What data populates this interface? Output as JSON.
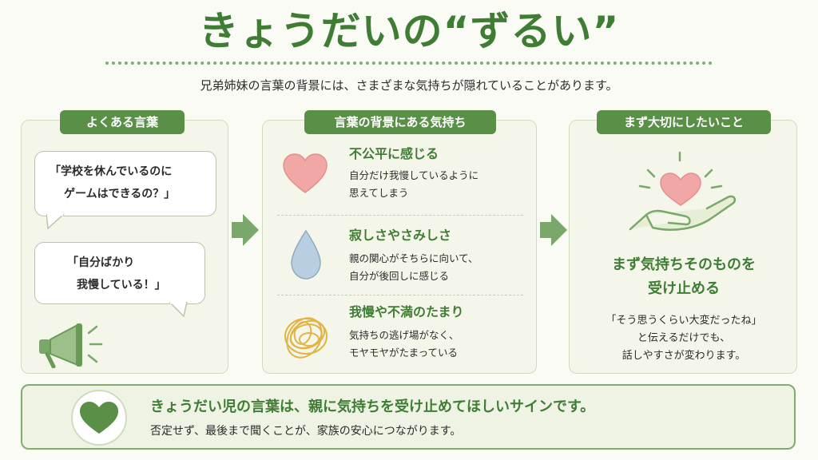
{
  "title": "きょうだいの“ずるい”",
  "subtitle": "兄弟姉妹の言葉の背景には、さまざまな気持ちが隠れていることがあります。",
  "colors": {
    "primary_green": "#5a8f47",
    "title_green": "#3f7d34",
    "heart_pink": "#ee9a9a",
    "drop_blue": "#a9c3d8",
    "tangle_yellow": "#e4b64a"
  },
  "left_panel": {
    "header": "よくある言葉",
    "bubble1": {
      "line1": "「学校を休んでいるのに",
      "line2": "ゲームはできるの？」"
    },
    "bubble2": {
      "line1": "「自分ばかり",
      "line2": "我慢している！」"
    },
    "icon": "megaphone-icon"
  },
  "middle_panel": {
    "header": "言葉の背景にある気持ち",
    "items": [
      {
        "icon": "heart-icon",
        "title": "不公平に感じる",
        "desc1": "自分だけ我慢しているように",
        "desc2": "思えてしまう"
      },
      {
        "icon": "water-drop-icon",
        "title": "寂しさやさみしさ",
        "desc1": "親の関心がそちらに向いて、",
        "desc2": "自分が後回しに感じる"
      },
      {
        "icon": "tangle-icon",
        "title": "我慢や不満のたまり",
        "desc1": "気持ちの逃げ場がなく、",
        "desc2": "モヤモヤがたまっている"
      }
    ]
  },
  "right_panel": {
    "header": "まず大切にしたいこと",
    "main1": "まず気持ちそのものを",
    "main2": "受け止める",
    "note1": "「そう思うくらい大変だったね」",
    "note2": "と伝えるだけでも、",
    "note3": "話しやすさが変わります。",
    "icon": "hand-holding-heart-icon"
  },
  "bottom": {
    "main": "きょうだい児の言葉は、親に気持ちを受け止めてほしいサインです。",
    "sub": "否定せず、最後まで聞くことが、家族の安心につながります。",
    "icon": "heart-icon"
  }
}
